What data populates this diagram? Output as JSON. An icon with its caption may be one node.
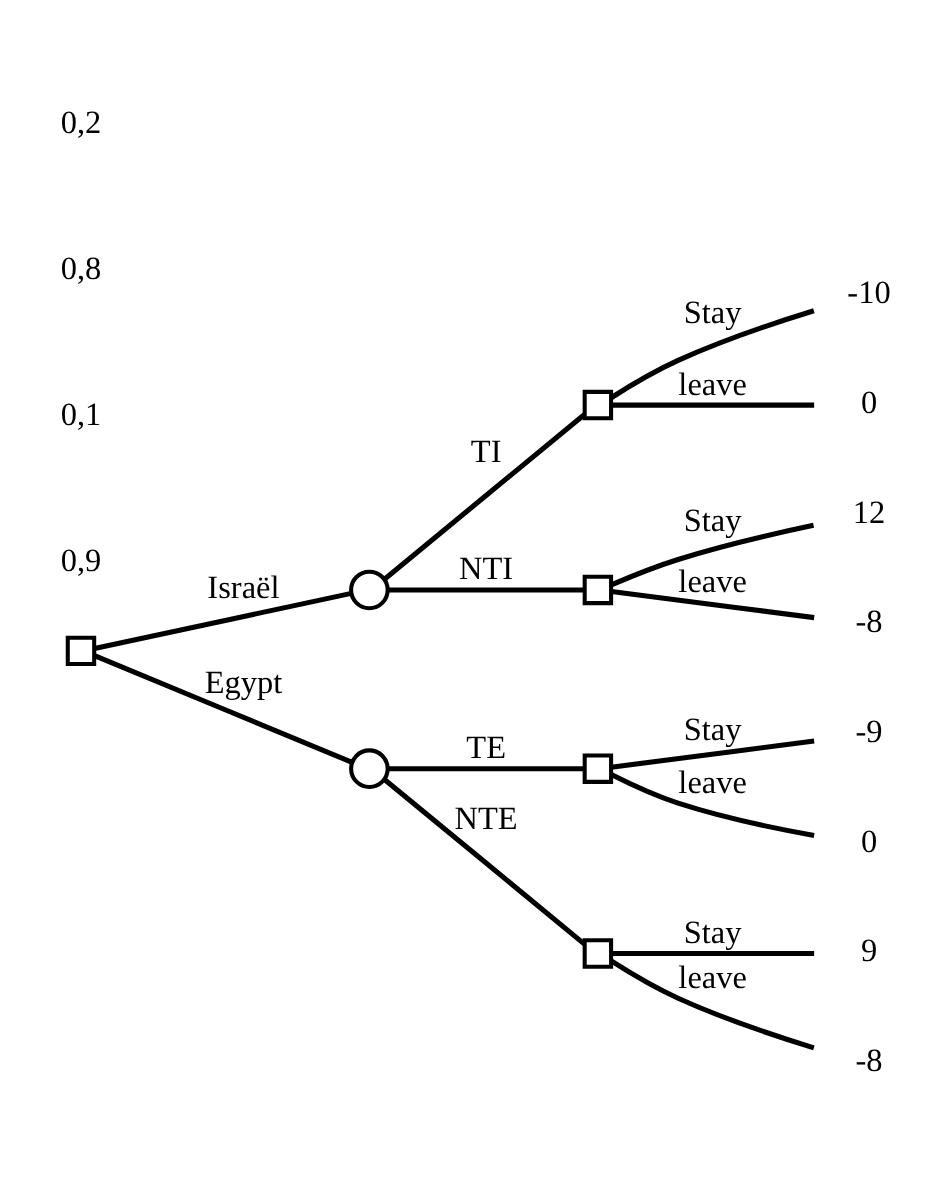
{
  "diagram": {
    "nodes": [
      {
        "text": [],
        "shape": "box"
      },
      {
        "text": [],
        "shape": "circle"
      },
      {
        "text": [],
        "shape": "circle"
      },
      {
        "text": [],
        "shape": "box"
      },
      {
        "text": [],
        "shape": "box"
      },
      {
        "text": [],
        "shape": "box"
      },
      {
        "text": [],
        "shape": "box"
      },
      {
        "text": [
          "-10"
        ]
      },
      {
        "text": [
          "0"
        ]
      },
      {
        "text": [
          "12"
        ]
      },
      {
        "text": [
          "-8"
        ]
      },
      {
        "text": [
          "-9"
        ]
      },
      {
        "text": [
          "0"
        ]
      },
      {
        "text": [
          "9"
        ]
      },
      {
        "text": [
          "-8"
        ]
      }
    ],
    "edges": [
      {
        "from": 0,
        "to": 1,
        "arrow": "none",
        "label": "Israël"
      },
      {
        "from": 0,
        "to": 2,
        "arrow": "none",
        "label": "Egypt"
      },
      {
        "from": 1,
        "to": 3,
        "arrow": "none",
        "label": "TI"
      },
      {
        "from": 1,
        "to": 4,
        "arrow": "none",
        "label": "NTI"
      },
      {
        "from": 2,
        "to": 5,
        "arrow": "none",
        "label": "TE"
      },
      {
        "from": 2,
        "to": 6,
        "arrow": "none",
        "label": "NTE"
      },
      {
        "from": 3,
        "to": 7,
        "arrow": "none",
        "label": "Stay"
      },
      {
        "from": 3,
        "to": 8,
        "arrow": "none",
        "label": "leave"
      },
      {
        "from": 4,
        "to": 9,
        "arrow": "none",
        "label": "Stay"
      },
      {
        "from": 4,
        "to": 10,
        "arrow": "none",
        "label": "leave"
      },
      {
        "from": 5,
        "to": 11,
        "arrow": "none",
        "label": "Stay"
      },
      {
        "from": 5,
        "to": 12,
        "arrow": "none",
        "label": "leave"
      },
      {
        "from": 6,
        "to": 13,
        "arrow": "none",
        "label": "Stay"
      },
      {
        "from": 6,
        "to": 14,
        "arrow": "none",
        "label": "leave"
      }
    ],
    "labels": [
      "0,2",
      "0,8",
      "0,1",
      "0,9"
    ]
  }
}
